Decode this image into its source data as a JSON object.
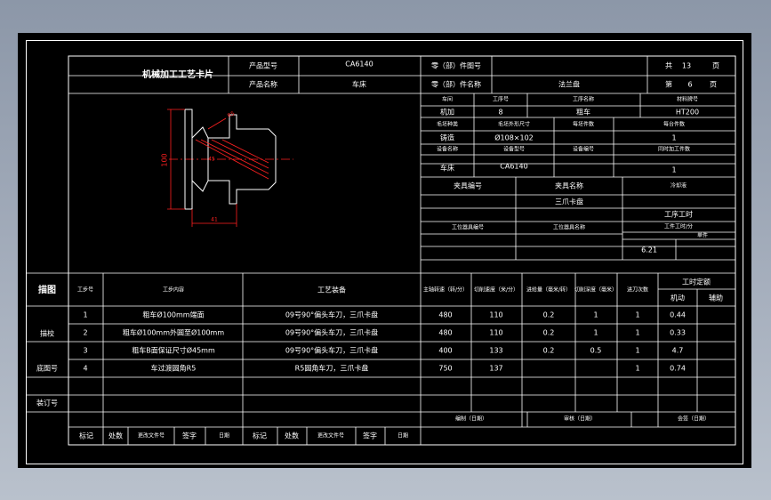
{
  "header": {
    "card_title": "机械加工工艺卡片",
    "product_model_label": "产品型号",
    "product_model": "CA6140",
    "product_name_label": "产品名称",
    "product_name": "车床",
    "part_no_label": "零（部）件图号",
    "part_no": "",
    "part_name_label": "零（部）件名称",
    "part_name": "法兰盘",
    "total_label": "共",
    "total_pages": "13",
    "page_unit": "页",
    "sheet_label": "第",
    "sheet_no": "6",
    "sheet_unit": "页"
  },
  "drawing": {
    "dim_height": "100",
    "dim_dia": "45",
    "dim_chamfer": "R5",
    "dim_width": "41"
  },
  "info": {
    "workshop_label": "车间",
    "op_no_label": "工序号",
    "op_name_label": "工序名称",
    "material_label": "材料牌号",
    "workshop": "机加",
    "op_no": "8",
    "op_name": "粗车",
    "material": "HT200",
    "blank_type_label": "毛坯种类",
    "blank_size_label": "毛坯外形尺寸",
    "blank_count_label": "每坯件数",
    "per_unit_label": "每台件数",
    "blank_type": "铸造",
    "blank_size": "Ø108×102",
    "blank_count": "",
    "per_unit": "1",
    "equip_name_label": "设备名称",
    "equip_model_label": "设备型号",
    "equip_no_label": "设备编号",
    "concurrent_label": "同时加工件数",
    "equip_name": "车床",
    "equip_model": "CA6140",
    "equip_no": "",
    "concurrent": "1",
    "fixture_no_label": "夹具编号",
    "fixture_name_label": "夹具名称",
    "coolant_label": "冷却液",
    "fixture_name": "三爪卡盘",
    "station_no_label": "工位器具编号",
    "station_name_label": "工位器具名称",
    "time_label": "工序工时",
    "time_sub_label": "工件工时/分",
    "single_label": "单件",
    "time_value": "6.21"
  },
  "table": {
    "side_labels": [
      "描图",
      "描校",
      "底图号",
      "装订号"
    ],
    "headers": {
      "step": "工步号",
      "content": "工步内容",
      "equipment": "工艺装备",
      "speed": "主轴转速（转/分）",
      "cut_speed": "切削速度（米/分）",
      "feed": "进给量（毫米/转）",
      "depth": "切削深度（毫米）",
      "passes": "进刀次数",
      "quota": "工时定额",
      "machine": "机动",
      "aux": "辅助"
    },
    "rows": [
      {
        "step": "1",
        "content": "粗车Ø100mm端面",
        "equip": "09号90°偏头车刀，三爪卡盘",
        "speed": "480",
        "v": "110",
        "feed": "0.2",
        "depth": "1",
        "passes": "1",
        "machine": "0.44"
      },
      {
        "step": "2",
        "content": "粗车Ø100mm外圆至Ø100mm",
        "equip": "09号90°偏头车刀，三爪卡盘",
        "speed": "480",
        "v": "110",
        "feed": "0.2",
        "depth": "1",
        "passes": "1",
        "machine": "0.33"
      },
      {
        "step": "3",
        "content": "粗车B面保证尺寸Ø45mm",
        "equip": "09号90°偏头车刀，三爪卡盘",
        "speed": "400",
        "v": "133",
        "feed": "0.2",
        "depth": "0.5",
        "passes": "1",
        "machine": "4.7"
      },
      {
        "step": "4",
        "content": "车过渡圆角R5",
        "equip": "R5圆角车刀，三爪卡盘",
        "speed": "750",
        "v": "137",
        "feed": "",
        "depth": "",
        "passes": "1",
        "machine": "0.74"
      }
    ]
  },
  "footer": {
    "compile_label": "编制（日期）",
    "review_label": "审核（日期）",
    "sign_label": "会签（日期）",
    "mark_label": "标记",
    "count_label": "处数",
    "doc_label": "更改文件号",
    "signature_label": "签字",
    "date_label": "日期"
  }
}
